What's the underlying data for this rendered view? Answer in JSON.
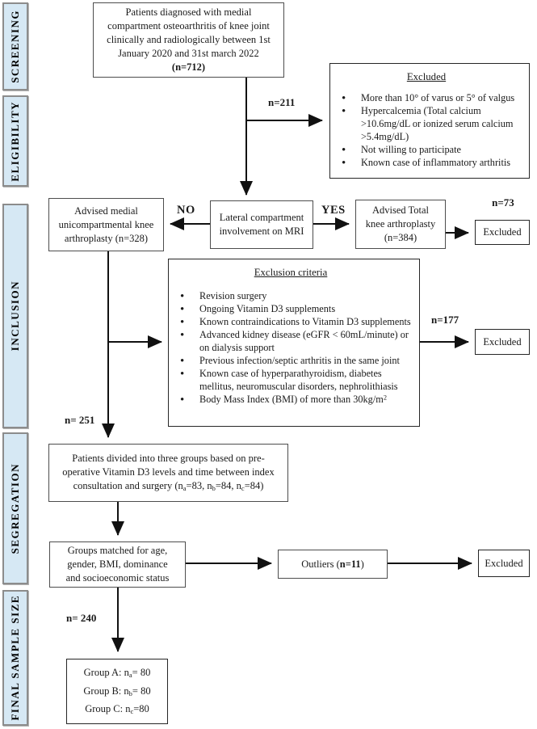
{
  "colors": {
    "sidebar_fill": "#d6e8f4",
    "sidebar_border": "#8c8c8c",
    "box_border": "#4d4d4d",
    "arrow": "#111111"
  },
  "sidebar": {
    "sections": [
      {
        "label": "SCREENING"
      },
      {
        "label": "ELIGIBILITY"
      },
      {
        "label": "INCLUSION"
      },
      {
        "label": "SEGREGATION"
      },
      {
        "label": "FINAL SAMPLE SIZE"
      }
    ]
  },
  "screening": {
    "patients_box": {
      "lines": [
        "Patients diagnosed with medial",
        "compartment osteoarthritis of knee joint",
        "clinically and radiologically between 1st",
        "January 2020 and 31st march 2022"
      ],
      "n": "(n=712)"
    },
    "excluded_arrow_label": "n=211",
    "excluded_box": {
      "title": "Excluded",
      "items": [
        "More than 10° of varus or 5° of valgus",
        "Hypercalcemia (Total calcium >10.6mg/dL or ionized serum calcium >5.4mg/dL)",
        "Not willing to participate",
        "Known case of inflammatory arthritis"
      ]
    }
  },
  "eligibility": {
    "uka_box": {
      "lines": [
        "Advised medial",
        "unicompartmental knee",
        "arthroplasty (n=328)"
      ]
    },
    "no_label": "NO",
    "mri_box": {
      "lines": [
        "Lateral compartment",
        "involvement on MRI"
      ]
    },
    "yes_label": "YES",
    "tka_box": {
      "lines": [
        "Advised Total",
        "knee arthroplasty",
        "(n=384)"
      ]
    },
    "tka_excluded_label": "n=73",
    "tka_excluded_box": "Excluded"
  },
  "inclusion": {
    "criteria_box": {
      "title": "Exclusion criteria",
      "items": [
        "Revision surgery",
        "Ongoing Vitamin D3 supplements",
        "Known contraindications to Vitamin D3 supplements",
        "Advanced kidney disease (eGFR < 60mL/minute) or on dialysis support",
        "Previous infection/septic arthritis in the same joint",
        "Known case of hyperparathyroidism, diabetes mellitus, neuromuscular disorders, nephrolithiasis"
      ],
      "bmi_item": {
        "text": "Body Mass Index (BMI) of more than 30kg/m",
        "sup": "2"
      }
    },
    "excluded_arrow_label": "n=177",
    "excluded_box": "Excluded",
    "n_label": "n= 251"
  },
  "segregation": {
    "groups_box": {
      "line1": "Patients divided into three groups based on pre-",
      "line2": "operative Vitamin D3 levels and time between index",
      "line3_pre": "consultation and surgery (n",
      "sub_a": "a",
      "after_a": "=83, n",
      "sub_b": "b",
      "after_b": "=84, n",
      "sub_c": "c",
      "after_c": "=84)"
    },
    "matched_box": {
      "lines": [
        "Groups matched for age,",
        "gender, BMI, dominance",
        "and socioeconomic status"
      ]
    },
    "outliers_box": {
      "pre": "Outliers (",
      "n": "n=11",
      "post": ")"
    },
    "excluded_box": "Excluded"
  },
  "final": {
    "n_label": "n= 240",
    "groups_box": {
      "rows": [
        {
          "pre": "Group A: n",
          "sub": "a",
          "post": "= 80"
        },
        {
          "pre": "Group B: n",
          "sub": "b",
          "post": "= 80"
        },
        {
          "pre": "Group C: n",
          "sub": "c",
          "post": "=80"
        }
      ]
    }
  }
}
